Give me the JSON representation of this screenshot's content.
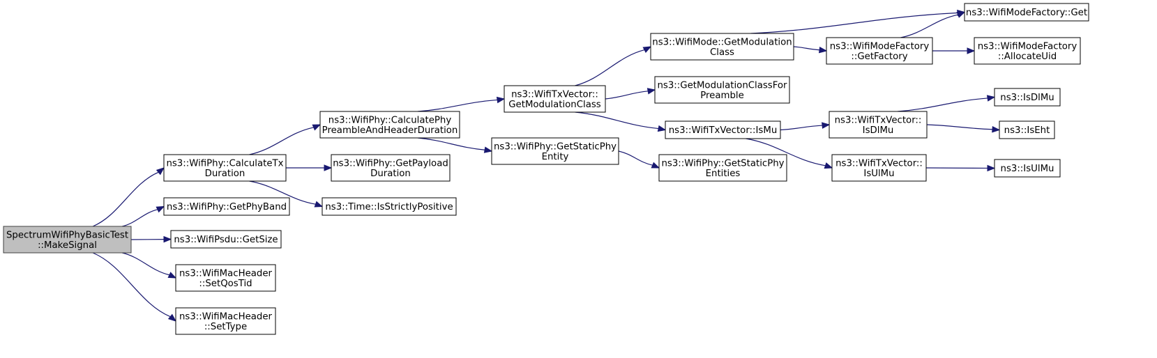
{
  "nodes": [
    {
      "id": "make_signal",
      "lines": [
        "SpectrumWifiPhyBasicTest",
        "::MakeSignal"
      ],
      "root": true
    },
    {
      "id": "calc_tx",
      "lines": [
        "ns3::WifiPhy::CalculateTx",
        "Duration"
      ]
    },
    {
      "id": "get_phy_band",
      "lines": [
        "ns3::WifiPhy::GetPhyBand"
      ]
    },
    {
      "id": "psdu_get_size",
      "lines": [
        "ns3::WifiPsdu::GetSize"
      ]
    },
    {
      "id": "set_qos_tid",
      "lines": [
        "ns3::WifiMacHeader",
        "::SetQosTid"
      ]
    },
    {
      "id": "set_type",
      "lines": [
        "ns3::WifiMacHeader",
        "::SetType"
      ]
    },
    {
      "id": "calc_preamble",
      "lines": [
        "ns3::WifiPhy::CalculatePhy",
        "PreambleAndHeaderDuration"
      ]
    },
    {
      "id": "get_payload",
      "lines": [
        "ns3::WifiPhy::GetPayload",
        "Duration"
      ]
    },
    {
      "id": "is_strictly_positive",
      "lines": [
        "ns3::Time::IsStrictlyPositive"
      ]
    },
    {
      "id": "txv_get_mod",
      "lines": [
        "ns3::WifiTxVector::",
        "GetModulationClass"
      ]
    },
    {
      "id": "get_static_entity",
      "lines": [
        "ns3::WifiPhy::GetStaticPhy",
        "Entity"
      ]
    },
    {
      "id": "mode_get_mod",
      "lines": [
        "ns3::WifiMode::GetModulation",
        "Class"
      ]
    },
    {
      "id": "mod_for_preamble",
      "lines": [
        "ns3::GetModulationClassFor",
        "Preamble"
      ]
    },
    {
      "id": "txv_is_mu",
      "lines": [
        "ns3::WifiTxVector::IsMu"
      ]
    },
    {
      "id": "get_static_entities",
      "lines": [
        "ns3::WifiPhy::GetStaticPhy",
        "Entities"
      ]
    },
    {
      "id": "factory_get",
      "lines": [
        "ns3::WifiModeFactory::Get"
      ]
    },
    {
      "id": "factory_get_factory",
      "lines": [
        "ns3::WifiModeFactory",
        "::GetFactory"
      ]
    },
    {
      "id": "factory_allocate",
      "lines": [
        "ns3::WifiModeFactory",
        "::AllocateUid"
      ]
    },
    {
      "id": "txv_is_dl_mu",
      "lines": [
        "ns3::WifiTxVector::",
        "IsDlMu"
      ]
    },
    {
      "id": "txv_is_ul_mu",
      "lines": [
        "ns3::WifiTxVector::",
        "IsUlMu"
      ]
    },
    {
      "id": "is_dl_mu",
      "lines": [
        "ns3::IsDlMu"
      ]
    },
    {
      "id": "is_eht",
      "lines": [
        "ns3::IsEht"
      ]
    },
    {
      "id": "is_ul_mu",
      "lines": [
        "ns3::IsUlMu"
      ]
    }
  ],
  "edges": [
    {
      "from": "make_signal",
      "to": "calc_tx"
    },
    {
      "from": "make_signal",
      "to": "get_phy_band"
    },
    {
      "from": "make_signal",
      "to": "psdu_get_size"
    },
    {
      "from": "make_signal",
      "to": "set_qos_tid"
    },
    {
      "from": "make_signal",
      "to": "set_type"
    },
    {
      "from": "calc_tx",
      "to": "calc_preamble"
    },
    {
      "from": "calc_tx",
      "to": "get_payload"
    },
    {
      "from": "calc_tx",
      "to": "is_strictly_positive"
    },
    {
      "from": "calc_preamble",
      "to": "txv_get_mod"
    },
    {
      "from": "calc_preamble",
      "to": "get_static_entity"
    },
    {
      "from": "txv_get_mod",
      "to": "mode_get_mod"
    },
    {
      "from": "txv_get_mod",
      "to": "mod_for_preamble"
    },
    {
      "from": "txv_get_mod",
      "to": "txv_is_mu"
    },
    {
      "from": "get_static_entity",
      "to": "get_static_entities"
    },
    {
      "from": "mode_get_mod",
      "to": "factory_get"
    },
    {
      "from": "mode_get_mod",
      "to": "factory_get_factory"
    },
    {
      "from": "factory_get_factory",
      "to": "factory_get"
    },
    {
      "from": "factory_get_factory",
      "to": "factory_allocate"
    },
    {
      "from": "txv_is_mu",
      "to": "txv_is_dl_mu"
    },
    {
      "from": "txv_is_mu",
      "to": "txv_is_ul_mu"
    },
    {
      "from": "txv_is_dl_mu",
      "to": "is_dl_mu"
    },
    {
      "from": "txv_is_dl_mu",
      "to": "is_eht"
    },
    {
      "from": "txv_is_ul_mu",
      "to": "is_ul_mu"
    }
  ]
}
